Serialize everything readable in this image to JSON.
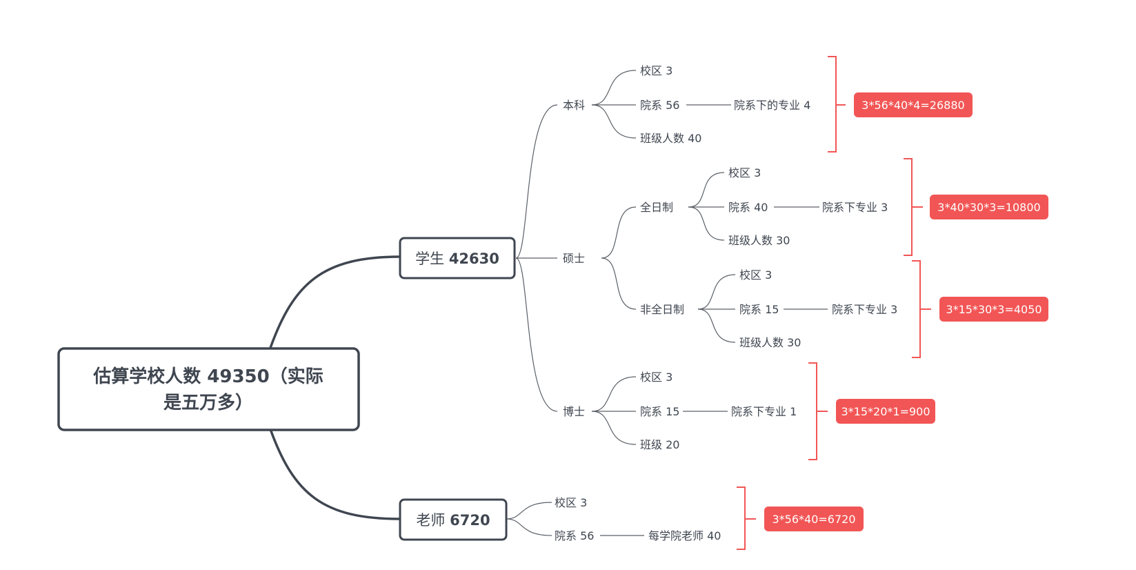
{
  "colors": {
    "text": "#3f4650",
    "line": "#3f4650",
    "thin_line": "#5a5f66",
    "accent": "#f25555",
    "formula_text": "#ffffff"
  },
  "root": {
    "line1": "估算学校人数 49350（实际",
    "line2": "是五万多）"
  },
  "students": {
    "label": "学生",
    "count": "42630",
    "undergrad": {
      "label": "本科",
      "campus": "校区 3",
      "dept": "院系 56",
      "majors": "院系下的专业 4",
      "class": "班级人数 40",
      "formula": "3*56*40*4=26880"
    },
    "master": {
      "label": "硕士",
      "fulltime": {
        "label": "全日制",
        "campus": "校区 3",
        "dept": "院系 40",
        "majors": "院系下专业 3",
        "class": "班级人数 30",
        "formula": "3*40*30*3=10800"
      },
      "parttime": {
        "label": "非全日制",
        "campus": "校区 3",
        "dept": "院系 15",
        "majors": "院系下专业 3",
        "class": "班级人数 30",
        "formula": "3*15*30*3=4050"
      }
    },
    "phd": {
      "label": "博士",
      "campus": "校区 3",
      "dept": "院系 15",
      "majors": "院系下专业 1",
      "class": "班级 20",
      "formula": "3*15*20*1=900"
    }
  },
  "teachers": {
    "label": "老师",
    "count": "6720",
    "campus": "校区 3",
    "dept": "院系 56",
    "per_dept": "每学院老师 40",
    "formula": "3*56*40=6720"
  }
}
